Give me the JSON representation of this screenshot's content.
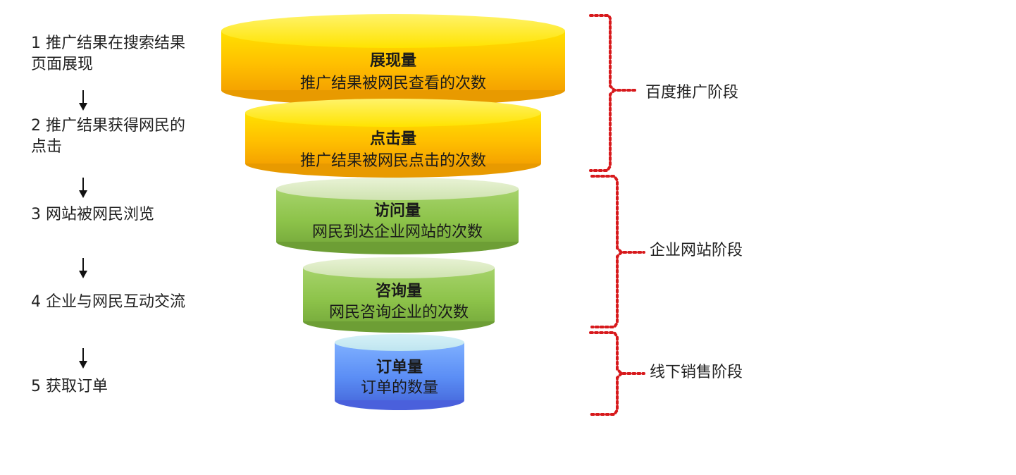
{
  "steps": [
    {
      "number": "1",
      "text": "推广结果在搜索结果页面展现"
    },
    {
      "number": "2",
      "text": "推广结果获得网民的点击"
    },
    {
      "number": "3",
      "text": "网站被网民浏览"
    },
    {
      "number": "4",
      "text": "企业与网民互动交流"
    },
    {
      "number": "5",
      "text": "获取订单"
    }
  ],
  "funnel": [
    {
      "title": "展现量",
      "desc": "推广结果被网民查看的次数",
      "color": "#FFC000"
    },
    {
      "title": "点击量",
      "desc": "推广结果被网民点击的次数",
      "color": "#FFC000"
    },
    {
      "title": "访问量",
      "desc": "网民到达企业网站的次数",
      "color": "#92C353"
    },
    {
      "title": "咨询量",
      "desc": "网民咨询企业的次数",
      "color": "#92C353"
    },
    {
      "title": "订单量",
      "desc": "订单的数量",
      "color": "#5B8EF5"
    }
  ],
  "stages": [
    {
      "label": "百度推广阶段"
    },
    {
      "label": "企业网站阶段"
    },
    {
      "label": "线下销售阶段"
    }
  ],
  "colors": {
    "bracket": "#D7191C",
    "text": "#222222"
  }
}
